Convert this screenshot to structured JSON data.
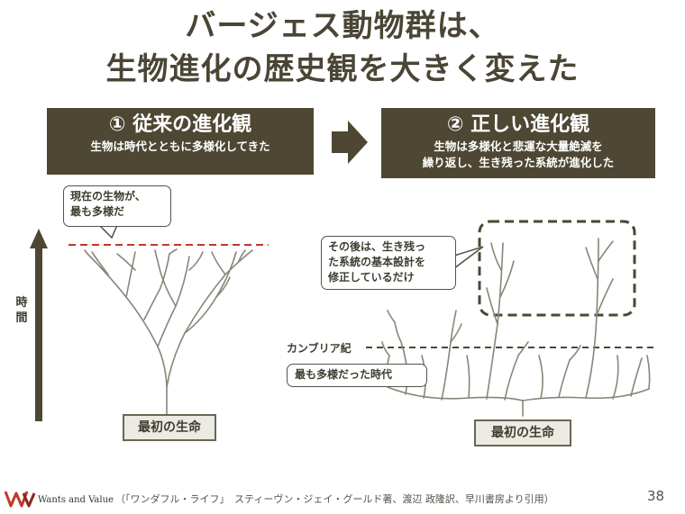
{
  "title": {
    "line1": "バージェス動物群は、",
    "line2": "生物進化の歴史観を大きく変えた"
  },
  "left_panel": {
    "heading": "① 従来の進化観",
    "subtitle": "生物は時代とともに多様化してきた",
    "bubble_lines": [
      "現在の生物が、",
      "最も多様だ"
    ],
    "axis_label": "時\n間",
    "base_label": "最初の生命"
  },
  "right_panel": {
    "heading": "② 正しい進化観",
    "subtitle_lines": [
      "生物は多様化と悲運な大量絶滅を",
      "繰り返し、生き残った系統が進化した"
    ],
    "bubble_lines": [
      "その後は、生き残っ",
      "た系統の基本設計を",
      "修正しているだけ"
    ],
    "cambrian_label": "カンブリア紀",
    "diverse_label": "最も多様だった時代",
    "base_label": "最初の生命"
  },
  "footer": {
    "brand": "Wants and Value",
    "citation": "（「ワンダフル・ライフ」　スティーヴン・ジェイ・グールド著、渡辺 政隆訳、早川書房より引用）",
    "page": "38"
  },
  "colors": {
    "dark_box": "#4d4733",
    "dashed_red": "#c0392b",
    "line": "#8a8578"
  },
  "icons": [
    "arrow-right-icon",
    "arrow-up-icon",
    "wants-and-value-logo"
  ]
}
